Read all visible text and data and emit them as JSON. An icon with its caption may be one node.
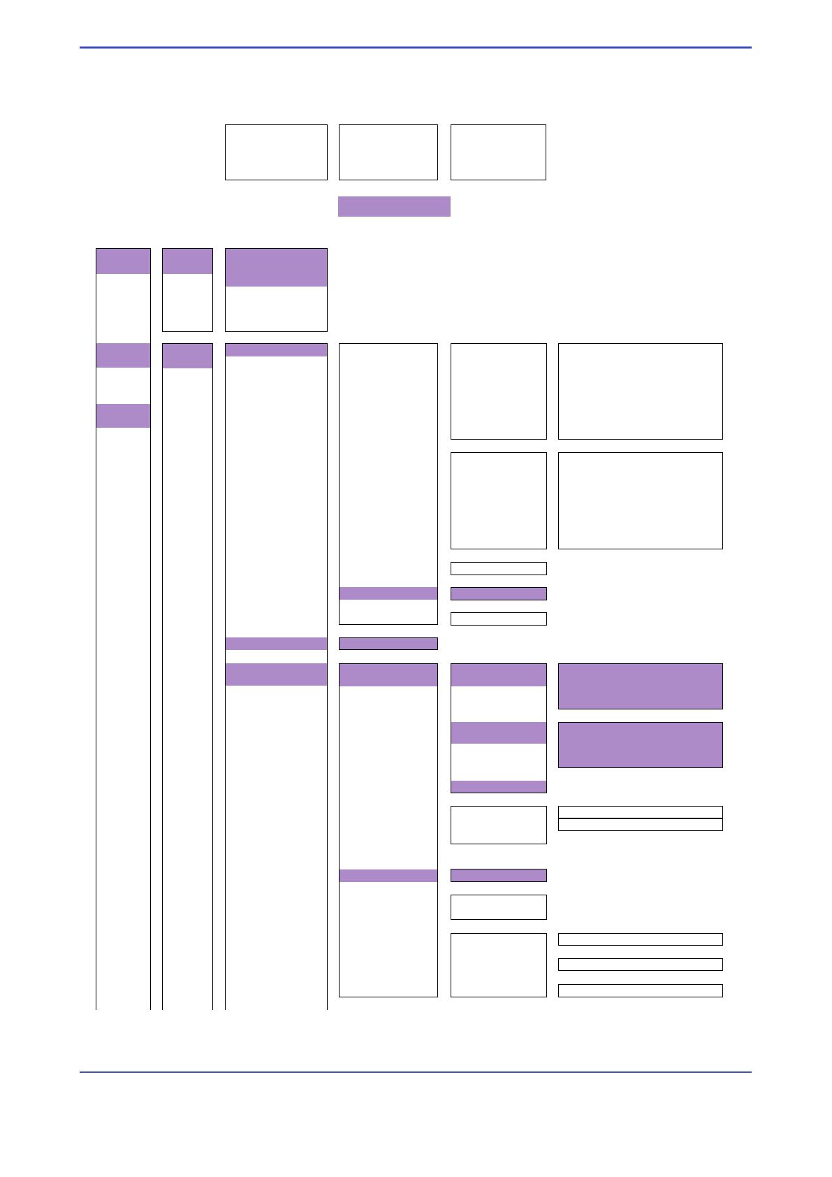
{
  "diagram": {
    "nodes": [
      {
        "text": [],
        "shape": "box"
      },
      {
        "text": [],
        "shape": "box"
      },
      {
        "text": [],
        "shape": "box"
      },
      {
        "text": [],
        "shape": "bar"
      },
      {
        "text": [],
        "shape": "box"
      },
      {
        "text": [],
        "shape": "bar",
        "in": 4
      },
      {
        "text": [],
        "shape": "bar",
        "in": 4
      },
      {
        "text": [],
        "shape": "bar",
        "in": 4
      },
      {
        "text": [],
        "shape": "box"
      },
      {
        "text": [],
        "shape": "bar",
        "in": 8
      },
      {
        "text": [],
        "shape": "box"
      },
      {
        "text": [],
        "shape": "bar",
        "in": 10
      },
      {
        "text": [],
        "shape": "box"
      },
      {
        "text": [],
        "shape": "bar",
        "in": 12
      },
      {
        "text": [],
        "shape": "box"
      },
      {
        "text": [],
        "shape": "bar",
        "in": 14
      },
      {
        "text": [],
        "shape": "bar",
        "in": 14
      },
      {
        "text": [],
        "shape": "bar",
        "in": 14
      },
      {
        "text": [],
        "shape": "box"
      },
      {
        "text": [],
        "shape": "bar",
        "in": 18
      },
      {
        "text": [],
        "shape": "box"
      },
      {
        "text": [],
        "shape": "box"
      },
      {
        "text": [],
        "shape": "box"
      },
      {
        "text": [],
        "shape": "box"
      },
      {
        "text": [],
        "shape": "box"
      },
      {
        "text": [],
        "shape": "box"
      },
      {
        "text": [],
        "shape": "box"
      },
      {
        "text": [],
        "shape": "box"
      },
      {
        "text": [],
        "shape": "box"
      },
      {
        "text": [],
        "shape": "bar",
        "in": 28
      },
      {
        "text": [],
        "shape": "bar",
        "in": 28
      },
      {
        "text": [],
        "shape": "box"
      },
      {
        "text": [],
        "shape": "bar",
        "in": 31
      },
      {
        "text": [],
        "shape": "bar",
        "in": 31
      },
      {
        "text": [],
        "shape": "bar",
        "in": 31
      },
      {
        "text": [],
        "shape": "box"
      },
      {
        "text": [],
        "shape": "box"
      },
      {
        "text": [],
        "shape": "box"
      },
      {
        "text": [],
        "shape": "box"
      },
      {
        "text": [],
        "shape": "box"
      },
      {
        "text": [],
        "shape": "box"
      },
      {
        "text": [],
        "shape": "box"
      },
      {
        "text": [],
        "shape": "box"
      },
      {
        "text": [],
        "shape": "box"
      },
      {
        "text": [],
        "shape": "box"
      },
      {
        "text": [],
        "shape": "box"
      }
    ]
  }
}
